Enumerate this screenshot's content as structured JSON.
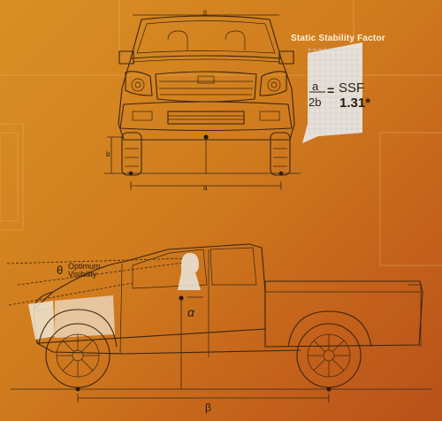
{
  "stability": {
    "title": "Static Stability Factor",
    "numerator": "a",
    "denominator": "2b",
    "equals": "=",
    "label": "SSF",
    "value": "1.31*"
  },
  "front_view": {
    "height_label": "b",
    "track_label": "a",
    "top_label": "β"
  },
  "side_view": {
    "theta": "θ",
    "optimum": "Optimum",
    "visibility": "Visibility",
    "alpha": "α",
    "beta": "β"
  }
}
